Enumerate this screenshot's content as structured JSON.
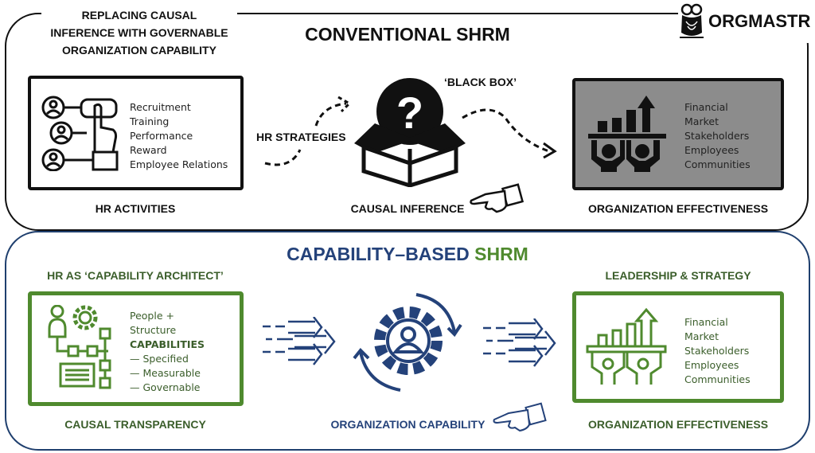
{
  "header": {
    "subtitle_lines": [
      "REPLACING CAUSAL",
      "INFERENCE WITH GOVERNABLE",
      "ORGANIZATION CAPABILITY"
    ],
    "logo_text": "ORGMASTR"
  },
  "conventional": {
    "title": "CONVENTIONAL SHRM",
    "hr_activities": {
      "items": [
        "Recruitment",
        "Training",
        "Performance",
        "Reward",
        "Employee Relations"
      ],
      "caption": "HR ACTIVITIES"
    },
    "hr_strategies_label": "HR STRATEGIES",
    "black_box_label": "‘BLACK BOX’",
    "causal_inference_caption": "CAUSAL INFERENCE",
    "effectiveness": {
      "items": [
        "Financial",
        "Market",
        "Stakeholders",
        "Employees",
        "Communities"
      ],
      "caption": "ORGANIZATION EFFECTIVENESS"
    }
  },
  "capability": {
    "title_part1": "CAPABILITY–BASED",
    "title_part2": "SHRM",
    "architect_label": "HR AS ‘CAPABILITY ARCHITECT’",
    "architect_items": [
      "People +",
      "Structure",
      "CAPABILITIES",
      "— Specified",
      "— Measurable",
      "— Governable"
    ],
    "transparency_caption": "CAUSAL TRANSPARENCY",
    "org_capability_caption": "ORGANIZATION CAPABILITY",
    "leadership_label": "LEADERSHIP & STRATEGY",
    "effectiveness": {
      "items": [
        "Financial",
        "Market",
        "Stakeholders",
        "Employees",
        "Communities"
      ],
      "caption": "ORGANIZATION EFFECTIVENESS"
    }
  },
  "colors": {
    "green": "#4f8a2e",
    "green_text": "#3b5e2b",
    "navy": "#24427a",
    "grey_fill": "#8c8c8c",
    "black": "#111111"
  }
}
